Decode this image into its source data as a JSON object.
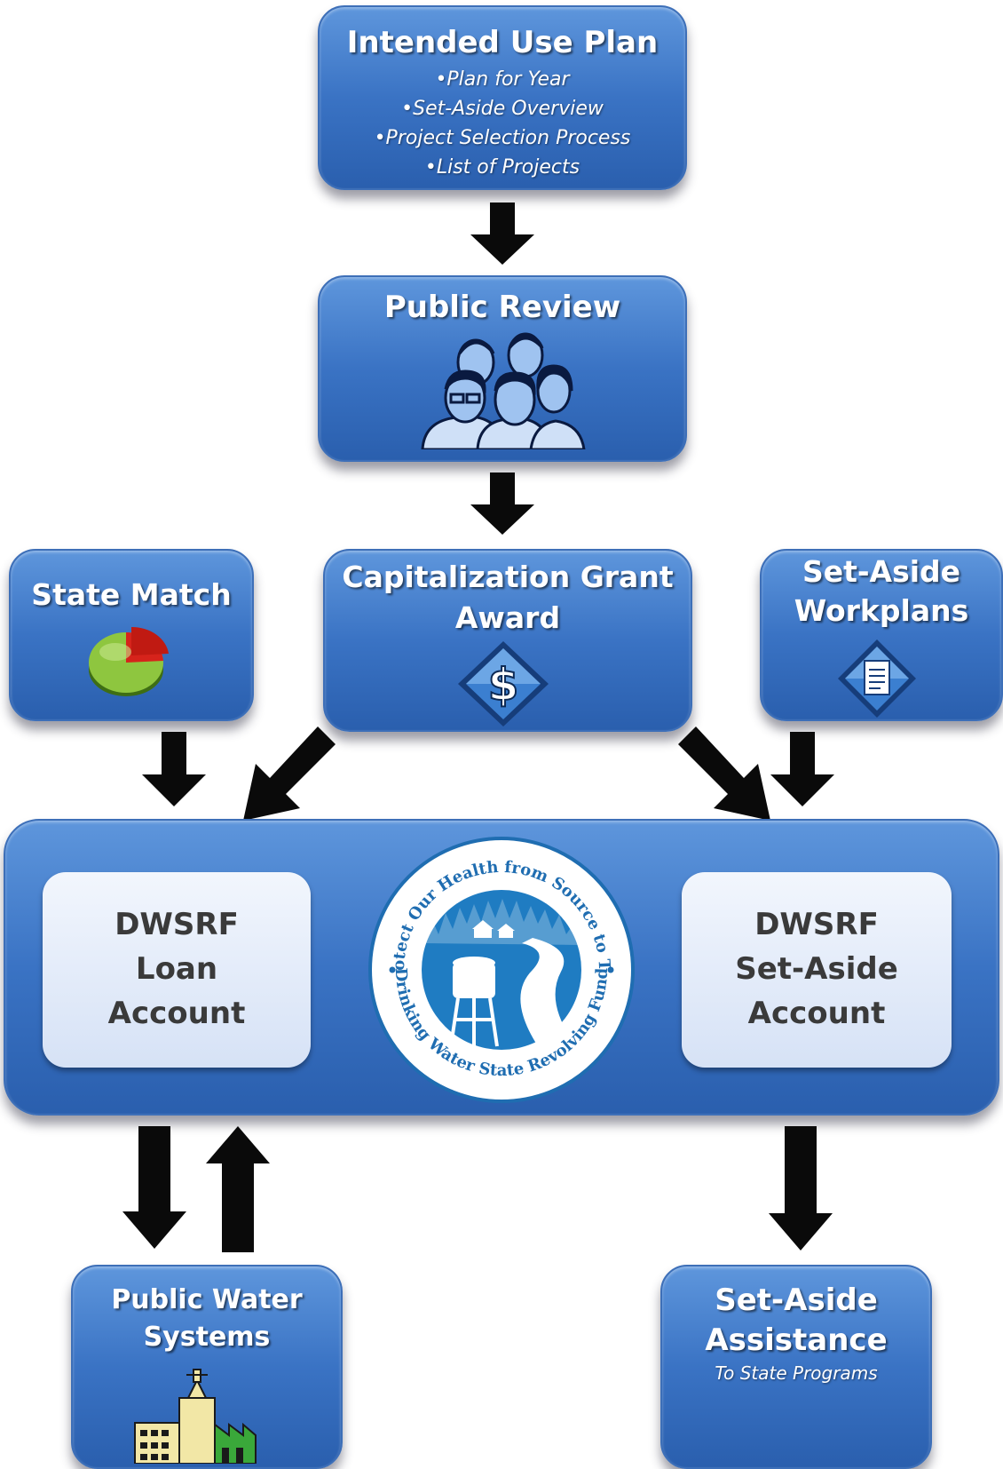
{
  "intended_use_plan": {
    "title": "Intended Use Plan",
    "bullets": [
      "•Plan for Year",
      "•Set-Aside Overview",
      "•Project Selection Process",
      "•List of Projects"
    ]
  },
  "public_review": {
    "title": "Public Review"
  },
  "state_match": {
    "title": "State Match"
  },
  "cap_grant": {
    "title_line1": "Capitalization Grant",
    "title_line2": "Award"
  },
  "setaside_workplans": {
    "title_line1": "Set-Aside",
    "title_line2": "Workplans"
  },
  "loan_account": {
    "line1": "DWSRF",
    "line2": "Loan",
    "line3": "Account"
  },
  "setaside_account": {
    "line1": "DWSRF",
    "line2": "Set-Aside",
    "line3": "Account"
  },
  "seal": {
    "top_text": "Protect Our Health from Source to Tap",
    "bottom_text": "Drinking Water State Revolving Fund"
  },
  "public_water_systems": {
    "title_line1": "Public Water",
    "title_line2": "Systems"
  },
  "setaside_assistance": {
    "title_line1": "Set-Aside",
    "title_line2": "Assistance",
    "subtitle": "To State Programs"
  },
  "colors": {
    "box_blue": "#3a73c4",
    "arrow": "#0a0a0a",
    "inner_box": "#e4ecfa"
  },
  "icons": [
    "people-icon",
    "pie-chart-icon",
    "dollar-diamond-icon",
    "document-diamond-icon",
    "water-tower-seal-icon",
    "factory-icon"
  ]
}
